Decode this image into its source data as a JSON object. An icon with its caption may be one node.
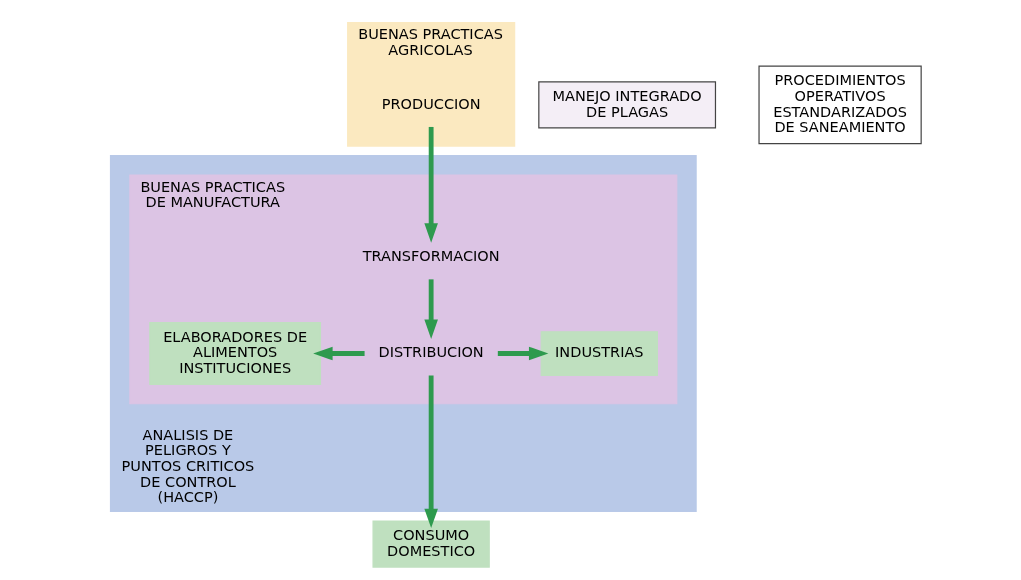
{
  "diagram": {
    "nodes": [
      {
        "text": [
          "BUENAS PRACTICAS AGRICOLAS"
        ]
      },
      {
        "text": [
          "PRODUCCION"
        ],
        "in": 0
      },
      {
        "text": [
          "MANEJO INTEGRADO DE PLAGAS"
        ]
      },
      {
        "text": [
          "ANALISIS DE PELIGROS Y PUNTOS CRITICOS DE CONTROL (HACCP)"
        ]
      },
      {
        "text": [
          "BUENAS PRACTICAS DE MANUFACTURA"
        ],
        "in": 3
      },
      {
        "text": [
          "TRANSFORMACION"
        ],
        "in": 4
      },
      {
        "text": [
          "PROCEDIMIENTOS OPERATIVOS ESTANDARIZADOS DE SANEAMIENTO"
        ]
      },
      {
        "text": [
          "ELABORADORES DE ALIMENTOS INSTITUCIONES"
        ],
        "in": 4
      },
      {
        "text": [
          "DISTRIBUCION"
        ],
        "in": 4
      },
      {
        "text": [
          "INDUSTRIAS"
        ],
        "in": 4
      },
      {
        "text": [
          "CONSUMO DOMESTICO"
        ]
      }
    ],
    "edges": [
      {
        "from": 1,
        "to": 5,
        "arrow": "to"
      },
      {
        "from": 5,
        "to": 8,
        "arrow": "to"
      },
      {
        "from": 8,
        "to": 7,
        "arrow": "to"
      },
      {
        "from": 8,
        "to": 9,
        "arrow": "to"
      },
      {
        "from": 8,
        "to": 10,
        "arrow": "to"
      }
    ]
  }
}
